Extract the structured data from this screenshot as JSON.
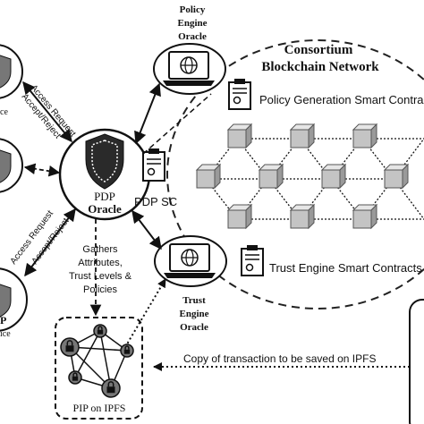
{
  "policy_engine_oracle": [
    "Policy",
    "Engine",
    "Oracle"
  ],
  "consortium": [
    "Consortium",
    "Blockchain Network"
  ],
  "policy_generation_sc": "Policy Generation Smart Contracts",
  "pdp_oracle": [
    "PDP",
    "Oracle"
  ],
  "pdp_sc": "PDP SC",
  "trust_engine_sc": "Trust Engine Smart Contracts",
  "trust_engine_oracle": [
    "Trust",
    "Engine",
    "Oracle"
  ],
  "access_request": "Access Request",
  "accept_reject": "Accept/Reject",
  "gathers": [
    "Gathers",
    "Attributes,",
    "Trust Levels &",
    "Policies"
  ],
  "pip_on_ipfs": "PIP on IPFS",
  "copy_transaction": "Copy of transaction to be saved on IPFS",
  "left_partial_labels": [
    "ce",
    "P",
    "ice"
  ]
}
